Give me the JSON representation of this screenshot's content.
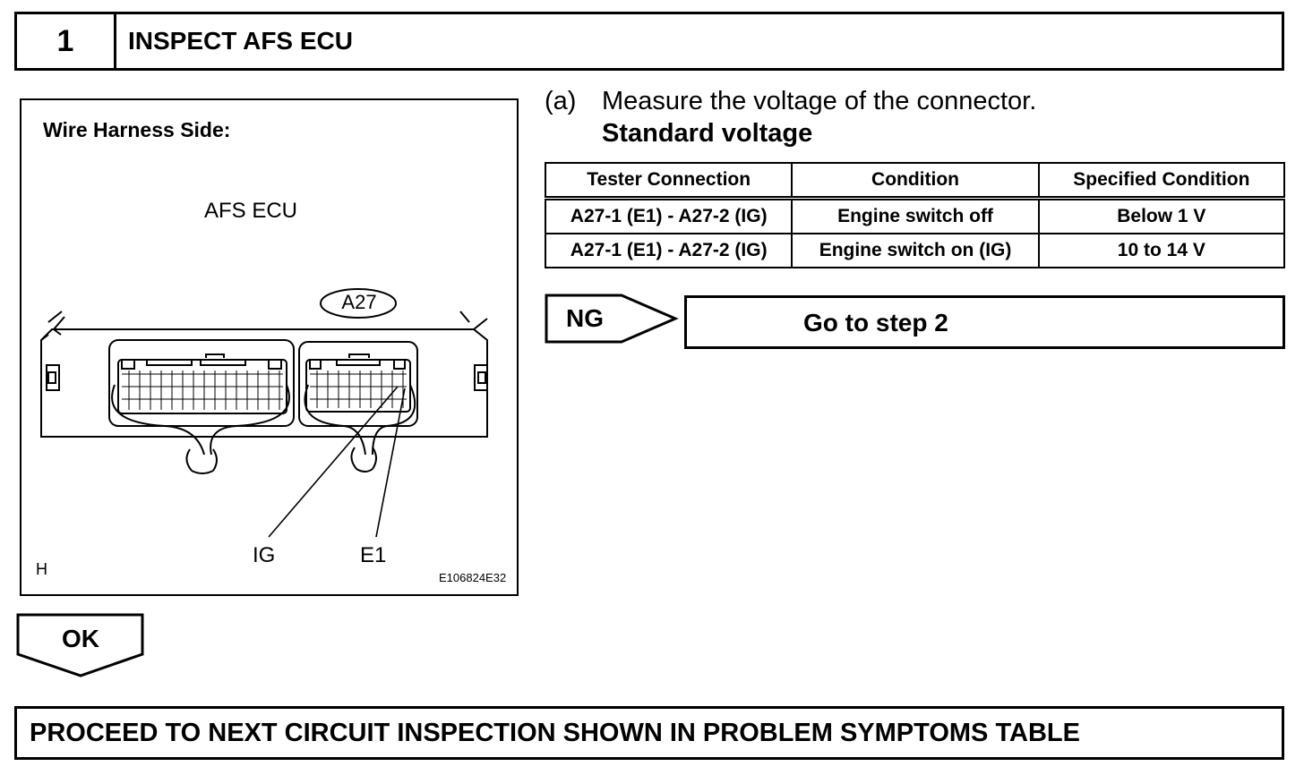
{
  "step": {
    "number": "1",
    "title": "INSPECT AFS ECU"
  },
  "diagram": {
    "heading": "Wire Harness Side:",
    "component": "AFS ECU",
    "connector_id": "A27",
    "label_ig": "IG",
    "label_e1": "E1",
    "corner_mark": "H",
    "figure_code": "E106824E32"
  },
  "instruction": {
    "marker": "(a)",
    "text": "Measure the voltage of the connector.",
    "subheading": "Standard voltage"
  },
  "table": {
    "headers": [
      "Tester Connection",
      "Condition",
      "Specified Condition"
    ],
    "rows": [
      [
        "A27-1 (E1) - A27-2 (IG)",
        "Engine switch off",
        "Below 1 V"
      ],
      [
        "A27-1 (E1) - A27-2 (IG)",
        "Engine switch on (IG)",
        "10 to 14 V"
      ]
    ]
  },
  "ng": {
    "label": "NG",
    "action": "Go to step 2"
  },
  "ok": {
    "label": "OK"
  },
  "final_action": "PROCEED TO NEXT CIRCUIT INSPECTION SHOWN IN PROBLEM SYMPTOMS TABLE"
}
